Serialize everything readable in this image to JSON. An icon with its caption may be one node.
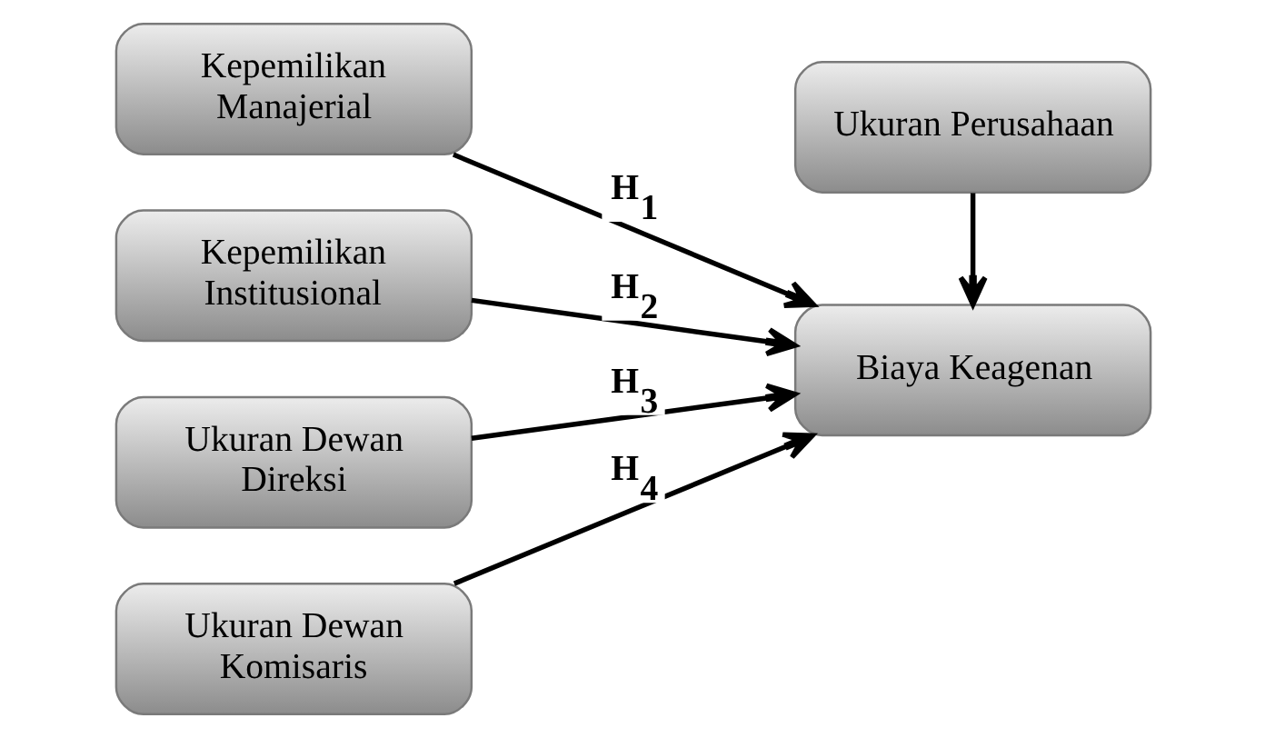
{
  "diagram": {
    "nodes": [
      {
        "text": [
          "Kepemilikan Manajerial"
        ]
      },
      {
        "text": [
          "Kepemilikan Institusional"
        ]
      },
      {
        "text": [
          "Ukuran Dewan Direksi"
        ]
      },
      {
        "text": [
          "Ukuran Dewan Komisaris"
        ]
      },
      {
        "text": [
          "Biaya Keagenan"
        ]
      },
      {
        "text": [
          "Ukuran Perusahaan"
        ]
      }
    ],
    "edges": [
      {
        "from": 0,
        "to": 4,
        "arrow": "to",
        "label": "H$_{1}$"
      },
      {
        "from": 1,
        "to": 4,
        "arrow": "to",
        "label": "H$_{2}$"
      },
      {
        "from": 2,
        "to": 4,
        "arrow": "to",
        "label": "H$_{3}$"
      },
      {
        "from": 3,
        "to": 4,
        "arrow": "to",
        "label": "H$_{4}$"
      },
      {
        "from": 5,
        "to": 4,
        "arrow": "to"
      }
    ]
  }
}
